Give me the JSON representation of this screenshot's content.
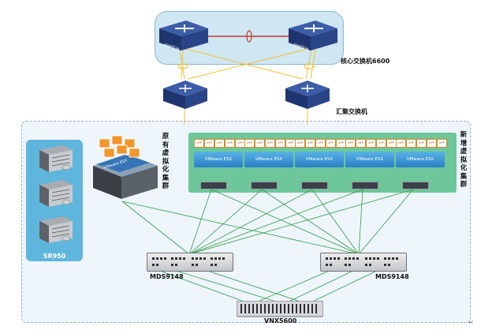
{
  "core": {
    "label": "核心交换机6600",
    "switch_text": "SWITCH"
  },
  "aggregation": {
    "label": "汇聚交换机"
  },
  "sr950": {
    "label": "SR950"
  },
  "existing_cluster": {
    "label": "原有虚拟化集群"
  },
  "new_cluster": {
    "label": "新增虚拟化集群",
    "hosts": [
      {
        "esx_label": "VMware ESX",
        "vms": [
          "APP",
          "APP",
          "APP",
          "APP",
          "APP"
        ]
      },
      {
        "esx_label": "VMware ESX",
        "vms": [
          "APP",
          "APP",
          "APP",
          "APP",
          "APP"
        ]
      },
      {
        "esx_label": "VMware ESX",
        "vms": [
          "APP",
          "APP",
          "APP",
          "APP",
          "APP"
        ]
      },
      {
        "esx_label": "VMware ESX",
        "vms": [
          "APP",
          "APP",
          "APP",
          "APP",
          "APP"
        ]
      },
      {
        "esx_label": "VMware ESX",
        "vms": [
          "APP",
          "APP",
          "APP",
          "APP",
          "APP"
        ]
      }
    ]
  },
  "existing_esx_label": "VMware ESX",
  "san_left": {
    "label": "MDS9148"
  },
  "san_right": {
    "label": "MDS9148"
  },
  "storage": {
    "label": "VNX5600"
  },
  "colors": {
    "core_zone": "#cfe6f3",
    "sr_zone": "#5fb6dd",
    "new_zone": "#6dc79a",
    "fc_links": "#2f9e44",
    "eth_links": "#f2c12e",
    "stack_link": "#c0392b",
    "switch_blue": "#2e4a8f"
  }
}
